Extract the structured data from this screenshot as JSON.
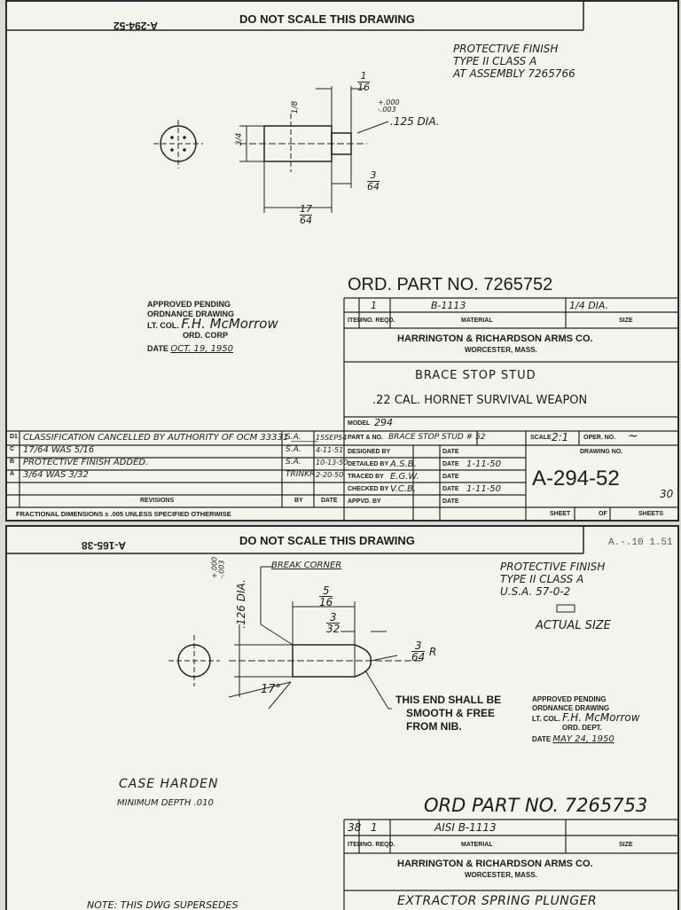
{
  "sheet1": {
    "top_code_inverted": "A-294-52",
    "header": "DO NOT SCALE THIS DRAWING",
    "finish_note": [
      "PROTECTIVE FINISH",
      "TYPE II CLASS A",
      "AT ASSEMBLY 7265766"
    ],
    "dims": {
      "d1": "1",
      "d1b": "16",
      "d2": "+.000",
      "d2b": "-.003",
      "d3": ".125 DIA.",
      "d4": "3",
      "d4b": "64",
      "d5": "17",
      "d5b": "64",
      "d6": "1/8",
      "d7": "3/4"
    },
    "approval": {
      "line1": "APPROVED PENDING",
      "line2": "ORDNANCE DRAWING",
      "line3": "LT. COL.",
      "signature": "F.H. McMorrow",
      "line4": "ORD. CORP",
      "date_label": "DATE",
      "date_value": "OCT. 19, 1950"
    },
    "part_no": "ORD. PART NO. 7265752",
    "mat_row": {
      "item": "",
      "qty": "1",
      "material": "B-1113",
      "size": "1/4 DIA."
    },
    "mat_headers": {
      "item": "ITEM",
      "qty": "NO. REQD.",
      "material": "MATERIAL",
      "size": "SIZE"
    },
    "company": "HARRINGTON & RICHARDSON ARMS CO.",
    "company_city": "WORCESTER, MASS.",
    "title1": "BRACE STOP STUD",
    "title2": ".22 CAL. HORNET SURVIVAL WEAPON",
    "model_label": "MODEL",
    "model_value": "294",
    "part_label": "PART & NO.",
    "part_value": "BRACE STOP STUD # 52",
    "scale_label": "SCALE",
    "scale_value": "2:1",
    "oper_label": "OPER. NO.",
    "oper_value": "~",
    "drawing_no_label": "DRAWING NO.",
    "drawing_no": "A-294-52",
    "drawing_no_suffix": "30",
    "sheet_label": "SHEET",
    "of_label": "OF",
    "sheets_label": "SHEETS",
    "signoff": [
      {
        "label": "DESIGNED BY",
        "by": "",
        "date_label": "DATE",
        "date": ""
      },
      {
        "label": "DETAILED BY",
        "by": "A.S.B.",
        "date_label": "DATE",
        "date": "1-11-50"
      },
      {
        "label": "TRACED BY",
        "by": "E.G.W.",
        "date_label": "DATE",
        "date": ""
      },
      {
        "label": "CHECKED BY",
        "by": "V.C.B.",
        "date_label": "DATE",
        "date": "1-11-50"
      },
      {
        "label": "APPVD. BY",
        "by": "",
        "date_label": "DATE",
        "date": ""
      }
    ],
    "revisions": [
      {
        "letter": "D1",
        "text": "CLASSIFICATION CANCELLED BY AUTHORITY OF OCM 33331 ______",
        "by": "S.A.",
        "date": "15SEP54"
      },
      {
        "letter": "C",
        "text": "17/64 WAS 5/16",
        "by": "S.A.",
        "date": "4-11-51"
      },
      {
        "letter": "B",
        "text": "PROTECTIVE FINISH ADDED.",
        "by": "S.A.",
        "date": "10-13-50"
      },
      {
        "letter": "A",
        "text": "3/64 WAS 3/32",
        "by": "TRINKR",
        "date": "2-20-50"
      }
    ],
    "rev_headers": {
      "revisions": "REVISIONS",
      "by": "BY",
      "date": "DATE"
    },
    "tolerance": "FRACTIONAL DIMENSIONS ± .005 UNLESS SPECIFIED OTHERWISE"
  },
  "sheet2": {
    "top_code_inverted": "A-165-38",
    "header": "DO NOT SCALE THIS DRAWING",
    "corner_stamp": "A.-.10 1.51",
    "finish_note": [
      "PROTECTIVE FINISH",
      "TYPE II CLASS A",
      "U.S.A. 57-0-2"
    ],
    "actual_size": "ACTUAL SIZE",
    "break_corner": "BREAK CORNER",
    "dims": {
      "dia_top": "+.000",
      "dia_bot": "-.003",
      "dia": ".126 DIA.",
      "d1": "5",
      "d1b": "16",
      "d2": "3",
      "d2b": "32",
      "d3": "3",
      "d3b": "64",
      "d3r": "R",
      "angle": "17°"
    },
    "end_note": [
      "THIS END SHALL BE",
      "SMOOTH & FREE",
      "FROM NIB."
    ],
    "approval": {
      "line1": "APPROVED PENDING",
      "line2": "ORDNANCE DRAWING",
      "line3": "LT. COL.",
      "signature": "F.H. McMorrow",
      "line4": "ORD. DEPT.",
      "date_label": "DATE",
      "date_value": "MAY 24, 1950"
    },
    "case_harden": "CASE HARDEN",
    "min_depth": "MINIMUM DEPTH .010",
    "part_no": "ORD PART NO. 7265753",
    "mat_row": {
      "item": "38",
      "qty": "1",
      "material": "AISI B-1113",
      "size": ""
    },
    "mat_headers": {
      "item": "ITEM",
      "qty": "NO. REQD.",
      "material": "MATERIAL",
      "size": "SIZE"
    },
    "company": "HARRINGTON & RICHARDSON ARMS CO.",
    "company_city": "WORCESTER, MASS.",
    "title1": "EXTRACTOR SPRING PLUNGER",
    "note": "NOTE: THIS DWG SUPERSEDES"
  }
}
